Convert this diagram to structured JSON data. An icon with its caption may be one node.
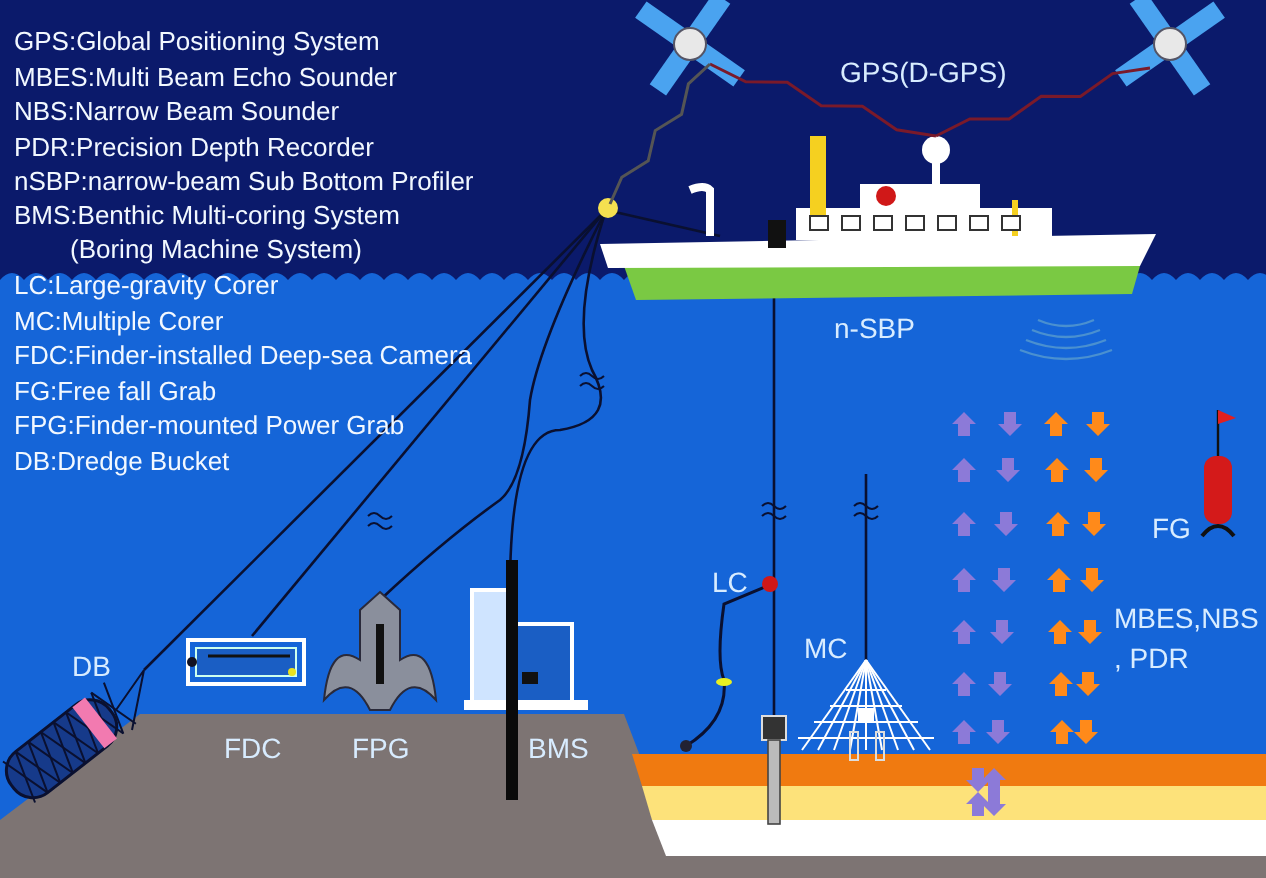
{
  "diagram": {
    "nodes": [
      {
        "text": [],
        "shape": "picture"
      },
      {
        "text": [],
        "shape": "picture"
      },
      {
        "text": [],
        "shape": "picture"
      }
    ],
    "edges": [
      {
        "from": 0,
        "to": 1,
        "arrow": "none"
      },
      {
        "from": 2,
        "to": 1,
        "arrow": "none"
      },
      {
        "from": 0,
        "to": 1,
        "arrow": "none",
        "color": "#555555"
      }
    ],
    "labels": [
      "GPS:Global Positioning System",
      "MBES:Multi Beam Echo Sounder",
      "NBS:Narrow Beam Sounder",
      "PDR:Precision Depth Recorder",
      "nSBP:narrow-beam Sub Bottom Profiler",
      "BMS:Benthic Multi-coring System (Boring Machine System)",
      "LC:Large-gravity Corer",
      "MC:Multiple Corer",
      "FDC:Finder-installed Deep-sea Camera",
      "FG:Free fall Grab",
      "FPG:Finder-mounted Power Grab",
      "DB:Dredge Bucket",
      "GPS(D-GPS)",
      "n-SBP",
      "FG",
      "LC",
      "MBES,NBS , PDR",
      "MC",
      "DB",
      "FDC",
      "FPG",
      "BMS"
    ]
  }
}
